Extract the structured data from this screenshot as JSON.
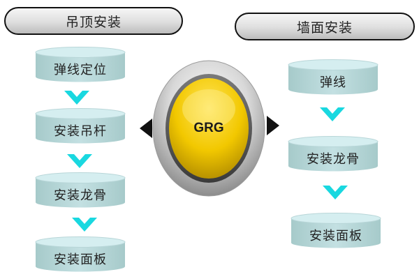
{
  "colors": {
    "cylinder_top": "#d2ecee",
    "cylinder_body": "#b4d5d8",
    "chevron": "#19d8e0",
    "center_gold": "#f2c800",
    "ring_silver": "#c7c7c7",
    "arrow": "#111111"
  },
  "left": {
    "header": "吊顶安装",
    "steps": [
      {
        "label": "弹线定位"
      },
      {
        "label": "安装吊杆"
      },
      {
        "label": "安装龙骨"
      },
      {
        "label": "安装面板"
      }
    ]
  },
  "right": {
    "header": "墙面安装",
    "steps": [
      {
        "label": "弹线"
      },
      {
        "label": "安装龙骨"
      },
      {
        "label": "安装面板"
      }
    ]
  },
  "center": {
    "label": "GRG",
    "arrows": [
      "left-arrow-icon",
      "right-arrow-icon"
    ]
  }
}
